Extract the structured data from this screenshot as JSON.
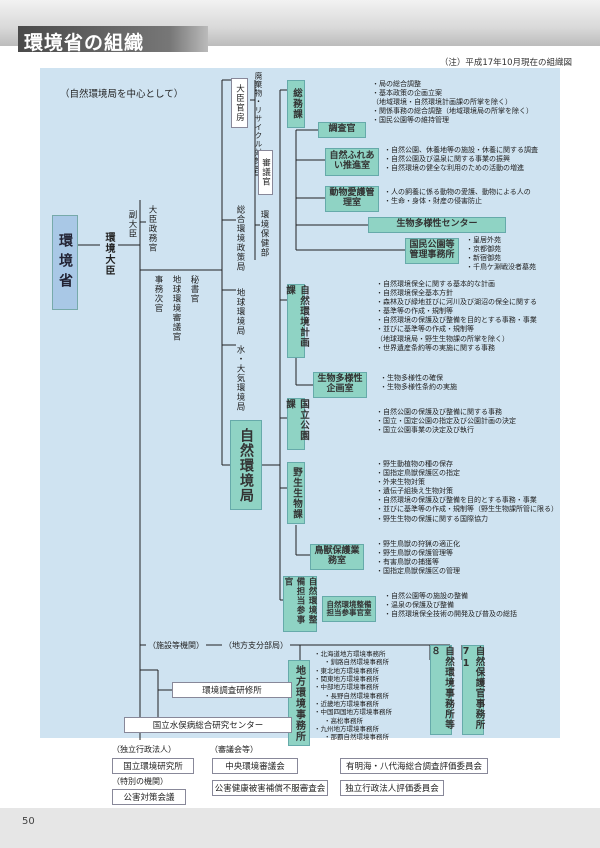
{
  "page": {
    "title": "環境省の組織",
    "note": "（注）平成17年10月現在の組織図",
    "subtitle": "（自然環境局を中心として）",
    "page_number": "50"
  },
  "top": {
    "ministry": "環境省",
    "minister": "環境大臣",
    "vice_ministers": [
      "副大臣",
      "大臣政務官"
    ],
    "officials": [
      "事務次官",
      "地球環境審議官",
      "秘書官"
    ]
  },
  "bureaus": [
    "大臣官房",
    "廃棄物・リサイクル対策部",
    "審議官",
    "総合環境政策局",
    "環境保健部",
    "地球環境局",
    "水・大気環境局",
    "自然環境局"
  ],
  "divisions": {
    "somu": {
      "name": "総務課",
      "items": [
        "局の総合調整",
        "基本政策の企画立案",
        "（地域環境・自然環境計画課の所掌を除く）",
        "関係事務の総合調整（地域環境局の所掌を除く）",
        "国民公園等の維持管理"
      ]
    },
    "chosa": {
      "name": "調査官"
    },
    "fureai": {
      "name": "自然ふれあい推進室",
      "items": [
        "自然公園、休養地等の施設・休養に関する調査",
        "自然公園及び温泉に関する事業の振興",
        "自然環境の健全な利用のための活動の増進"
      ]
    },
    "dobutsu": {
      "name": "動物愛護管理室",
      "items": [
        "人の飼養に係る動物の愛護、動物による人の",
        "生命・身体・財産の侵害防止"
      ]
    },
    "center": {
      "name": "生物多様性センター"
    },
    "kokumin": {
      "name": "国民公園等管理事務所",
      "items": [
        "皇居外苑",
        "京都御苑",
        "新宿御苑",
        "千鳥ケ淵戦没者墓苑"
      ]
    },
    "keikaku": {
      "name": "自然環境計画課",
      "items": [
        "自然環境保全に関する基本的な計画",
        "自然環境保全基本方針",
        "森林及び緑地並びに河川及び湖沼の保全に関する",
        "基準等の作成・規制等",
        "自然環境の保護及び整備を目的とする事務・事業",
        "並びに基準等の作成・規制等",
        "（地球環境局・野生生物課の所掌を除く）",
        "世界遺産条約等の実施に関する事務"
      ]
    },
    "tayosei": {
      "name": "生物多様性企画室",
      "items": [
        "生物多様性の確保",
        "生物多様性条約の実施"
      ]
    },
    "koen": {
      "name": "国立公園課",
      "items": [
        "自然公園の保護及び整備に関する事務",
        "国立・国定公園の指定及び公園計画の決定",
        "国立公園事業の決定及び執行"
      ]
    },
    "yasei": {
      "name": "野生生物課",
      "items": [
        "野生動植物の種の保存",
        "国指定鳥獣保護区の指定",
        "外来生物対策",
        "遺伝子組換え生物対策",
        "自然環境の保護及び整備を目的とする事務・事業",
        "並びに基準等の作成・規制等（野生生物課所管に限る）",
        "野生生物の保護に関する国際協力"
      ]
    },
    "choju": {
      "name": "鳥獣保護業務室",
      "items": [
        "野生鳥獣の狩猟の適正化",
        "野生鳥獣の保護管理等",
        "有害鳥獣の捕獲等",
        "国指定鳥獣保護区の管理"
      ]
    },
    "seibi": {
      "name": "自然環境整備担当参事官",
      "sub": "自然環境整備担当参事官室",
      "items": [
        "自然公園等の施設の整備",
        "温泉の保護及び整備",
        "自然環境保全技術の開発及び普及の総括"
      ]
    }
  },
  "regional": {
    "header": "（地方支分部局）",
    "office": "地方環境事務所",
    "items": [
      "北海道地方環境事務所",
      "釧路自然環境事務所",
      "東北地方環境事務所",
      "関東地方環境事務所",
      "中部地方環境事務所",
      "長野自然環境事務所",
      "近畿地方環境事務所",
      "中国四国地方環境事務所",
      "高松事務所",
      "九州地方環境事務所",
      "那覇自然環境事務所"
    ],
    "count1": "自然環境事務所等８",
    "count2": "自然保護官事務所71"
  },
  "facilities": {
    "header": "（施設等機関）",
    "items": [
      "環境調査研修所",
      "国立水俣病総合研究センター"
    ]
  },
  "bottom": {
    "iai_header": "（独立行政法人）",
    "iai": "国立環境研究所",
    "special_header": "（特別の機関）",
    "special": "公害対策会議",
    "council_header": "（審議会等）",
    "councils": [
      "中央環境審議会",
      "公害健康被害補償不服審査会",
      "有明海・八代海総合調査評価委員会",
      "独立行政法人評価委員会"
    ]
  }
}
